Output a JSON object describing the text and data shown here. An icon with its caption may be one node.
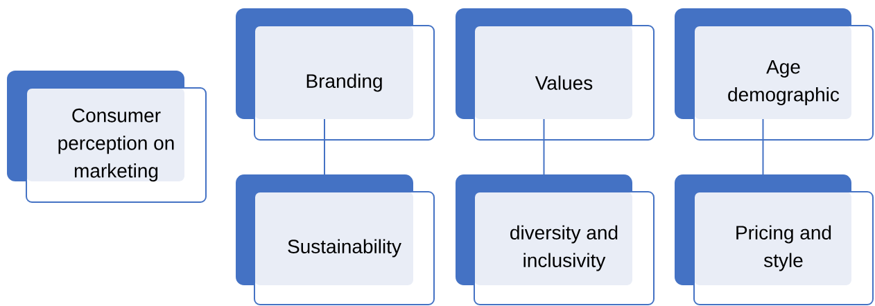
{
  "diagram": {
    "nodes": [
      {
        "text": [
          "Consumer perception on marketing"
        ]
      },
      {
        "text": [
          "Branding"
        ]
      },
      {
        "text": [
          "Sustainability"
        ]
      },
      {
        "text": [
          "Values"
        ]
      },
      {
        "text": [
          "diversity and inclusivity"
        ]
      },
      {
        "text": [
          "Age demographic"
        ]
      },
      {
        "text": [
          "Pricing and style"
        ]
      }
    ],
    "edges": [
      {
        "from": 1,
        "to": 2,
        "arrow": "none"
      },
      {
        "from": 3,
        "to": 4,
        "arrow": "none"
      },
      {
        "from": 5,
        "to": 6,
        "arrow": "none"
      }
    ]
  }
}
